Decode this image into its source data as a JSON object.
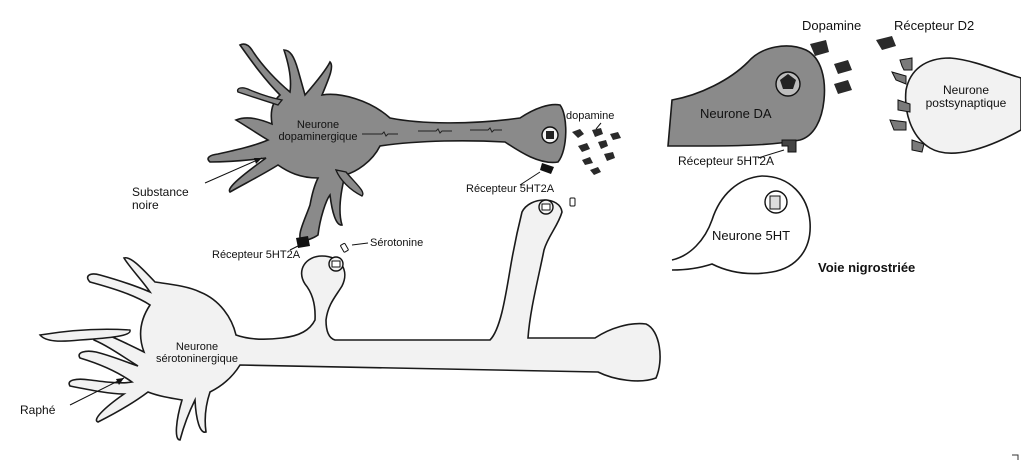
{
  "left_panel": {
    "neuron_da": "Neurone",
    "neuron_da_2": "dopaminergique",
    "substance": "Substance",
    "substance_2": "noire",
    "dopamine": "dopamine",
    "receptor_top": "Récepteur 5HT2A",
    "receptor_left": "Récepteur 5HT2A",
    "serotonin": "Sérotonine",
    "neuron_5ht": "Neurone",
    "neuron_5ht_2": "sérotoninergique",
    "raphe": "Raphé"
  },
  "right_panel": {
    "dopamine": "Dopamine",
    "receptor_d2": "Récepteur D2",
    "neuron_post": "Neurone",
    "neuron_post_2": "postsynaptique",
    "neuron_da": "Neurone DA",
    "receptor_5ht2a": "Récepteur 5HT2A",
    "neuron_5ht": "Neurone 5HT",
    "pathway": "Voie nigrostriée"
  },
  "colors": {
    "dark_neuron": "#8a8a8a",
    "light_neuron": "#f2f2f2",
    "outline": "#1a1a1a",
    "molecule": "#2a2a2a"
  }
}
